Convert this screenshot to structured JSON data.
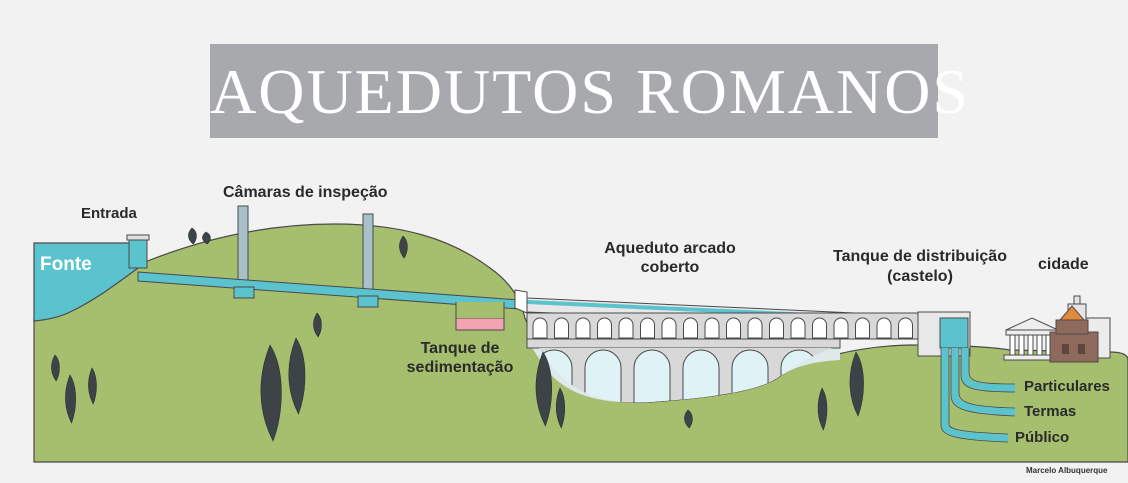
{
  "title": "AQUEDUTOS ROMANOS",
  "labels": {
    "fonte": "Fonte",
    "entrada": "Entrada",
    "camaras": "Câmaras de inspeção",
    "tanque_sed_1": "Tanque de",
    "tanque_sed_2": "sedimentação",
    "aqueduto_1": "Aqueduto arcado",
    "aqueduto_2": "coberto",
    "tanque_dist_1": "Tanque de distribuição",
    "tanque_dist_2": "(castelo)",
    "cidade": "cidade",
    "particulares": "Particulares",
    "termas": "Termas",
    "publico": "Público"
  },
  "credit": "Marcelo Albuquerque",
  "colors": {
    "ground": "#a5bf6e",
    "water": "#5bc3cd",
    "title_bg": "#a7a9ac",
    "sediment_tank": "#f4a3b1",
    "cypress": "#3d4448"
  }
}
